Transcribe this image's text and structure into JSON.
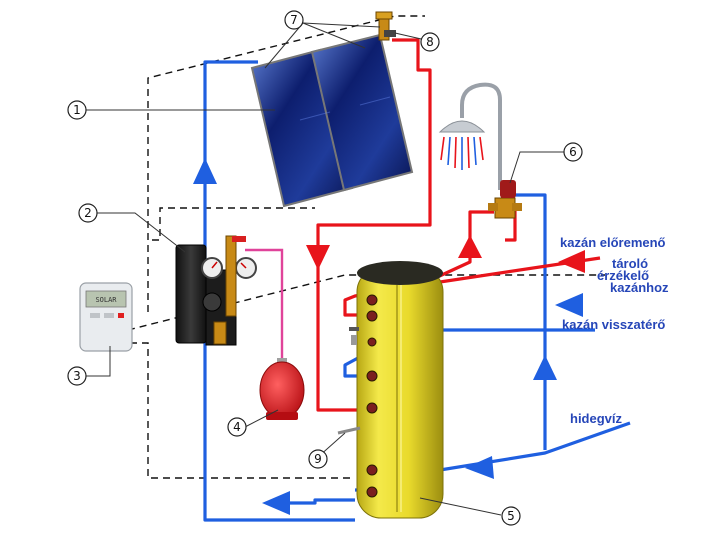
{
  "labels": {
    "kazan_eloremeno": "kazán előremenő",
    "tarolo": "tároló",
    "erzekelo": "érzékelő",
    "kazanhoz": "kazánhoz",
    "kazan_visszatero": "kazán visszatérő",
    "hidegviz": "hidegvíz"
  },
  "callouts": [
    "1",
    "2",
    "3",
    "4",
    "5",
    "6",
    "7",
    "8",
    "9"
  ],
  "colors": {
    "hot": "#e8141b",
    "cold": "#1f5fe0",
    "expansion": "#e0439a",
    "tank": "#e6d62e",
    "dashed": "#111111",
    "label": "#2646b8"
  },
  "controller": {
    "display_text": "SOLAR"
  },
  "icons": [
    "solar-collector-icon",
    "shower-head-icon",
    "mixing-valve-icon",
    "pump-station-icon",
    "controller-icon",
    "expansion-vessel-icon",
    "storage-tank-icon",
    "air-vent-icon"
  ]
}
